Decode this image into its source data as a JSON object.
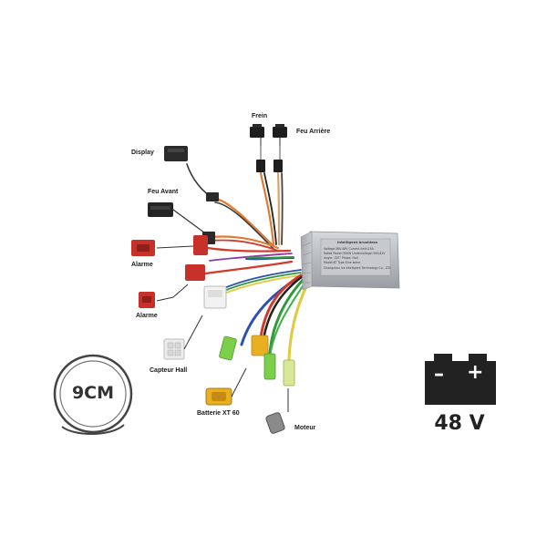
{
  "labels": {
    "frein": "Frein",
    "feu_arriere": "Feu Arrière",
    "display": "Display",
    "feu_avant": "Feu Avant",
    "alarme_1": "Alarme",
    "alarme_2": "Alarme",
    "capteur_hall": "Capteur Hall",
    "batterie": "Batterie XT 60",
    "moteur": "Moteur"
  },
  "size_badge": {
    "text": "9CM"
  },
  "battery_badge": {
    "minus": "–",
    "plus": "+",
    "voltage": "48 V"
  },
  "controller": {
    "title": "Intelligent brushless",
    "spec_lines": [
      "Voltage:36V-48V        Current limit:25A",
      "Rated Power:350W      Undervoltage:30V/42V",
      "Angle: 120°              Phase: Hall",
      "Model:KT                 Type:Sine wave",
      "Changzhou Ice Intelligent Technology Co., LTD"
    ]
  },
  "colors": {
    "wire_red": "#d23a2a",
    "wire_orange": "#e07a30",
    "wire_blue": "#2c4fb0",
    "wire_green": "#2f9a3a",
    "wire_yellow": "#e0c93a",
    "wire_purple": "#8a3aa8",
    "wire_black": "#222222",
    "connector_red": "#c8302a",
    "connector_yellow": "#e8b020",
    "connector_green": "#7ccf4a",
    "controller_body": "#b9bcc0"
  }
}
